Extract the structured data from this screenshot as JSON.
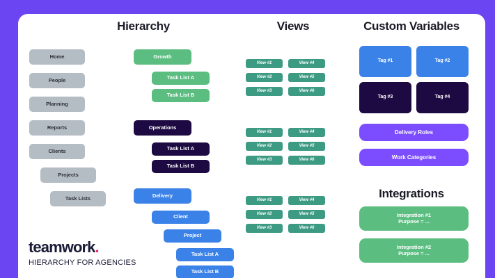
{
  "theme": {
    "background": "#6c45f2",
    "card": "#ffffff",
    "gray": "#b4bcc4",
    "green": "#5cbd81",
    "navy": "#1d0a42",
    "blue": "#3b82e8",
    "teal": "#3d9b83",
    "purple": "#7c4dff",
    "pink": "#ec2e78"
  },
  "columns": {
    "hierarchy_title": "Hierarchy",
    "views_title": "Views",
    "custom_variables_title": "Custom Variables",
    "integrations_title": "Integrations"
  },
  "sidebar": {
    "items": [
      {
        "label": "Home"
      },
      {
        "label": "People"
      },
      {
        "label": "Planning"
      },
      {
        "label": "Reports"
      },
      {
        "label": "Clients"
      },
      {
        "label": "Projects"
      },
      {
        "label": "Task Lists"
      }
    ]
  },
  "hierarchy": {
    "groups": [
      {
        "name": "growth-group",
        "color": "green",
        "nodes": [
          {
            "label": "Growth"
          },
          {
            "label": "Task List A"
          },
          {
            "label": "Task List B"
          }
        ]
      },
      {
        "name": "operations-group",
        "color": "navy",
        "nodes": [
          {
            "label": "Operations"
          },
          {
            "label": "Task List A"
          },
          {
            "label": "Task List B"
          }
        ]
      },
      {
        "name": "delivery-group",
        "color": "blue",
        "nodes": [
          {
            "label": "Delivery"
          },
          {
            "label": "Client"
          },
          {
            "label": "Project"
          },
          {
            "label": "Task List A"
          },
          {
            "label": "Task List B"
          }
        ]
      }
    ]
  },
  "views": {
    "blocks": [
      {
        "labels": [
          "View #1",
          "View #2",
          "View #3",
          "View #4",
          "View #5",
          "View #6"
        ]
      },
      {
        "labels": [
          "View #1",
          "View #2",
          "View #3",
          "View #4",
          "View #5",
          "View #6"
        ]
      },
      {
        "labels": [
          "View #1",
          "View #2",
          "View #3",
          "View #4",
          "View #5",
          "View #6"
        ]
      }
    ]
  },
  "custom_variables": {
    "tags": [
      {
        "label": "Tag #1",
        "color": "blue"
      },
      {
        "label": "Tag #2",
        "color": "blue"
      },
      {
        "label": "Tag #3",
        "color": "navy"
      },
      {
        "label": "Tag #4",
        "color": "navy"
      }
    ],
    "pills": [
      {
        "label": "Delivery Roles"
      },
      {
        "label": "Work Categories"
      }
    ]
  },
  "integrations": {
    "items": [
      {
        "line1": "Integration #1",
        "line2": "Purpose = ..."
      },
      {
        "line1": "Integration #2",
        "line2": "Purpose = ..."
      }
    ]
  },
  "logo": {
    "word": "teamwork",
    "dot": ".",
    "subtitle": "HIERARCHY FOR AGENCIES"
  }
}
